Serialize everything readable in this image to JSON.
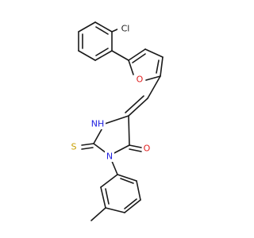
{
  "molecule": {
    "atoms": [
      {
        "id": "cl",
        "label": "Cl",
        "color": "#1a1a1a"
      },
      {
        "id": "o_furan",
        "label": "O",
        "color": "#e02020"
      },
      {
        "id": "nh",
        "label": "NH",
        "color": "#2020e0"
      },
      {
        "id": "s",
        "label": "S",
        "color": "#c8a000"
      },
      {
        "id": "n_ring",
        "label": "N",
        "color": "#2020e0"
      },
      {
        "id": "o_carbonyl",
        "label": "O",
        "color": "#e02020"
      }
    ]
  }
}
